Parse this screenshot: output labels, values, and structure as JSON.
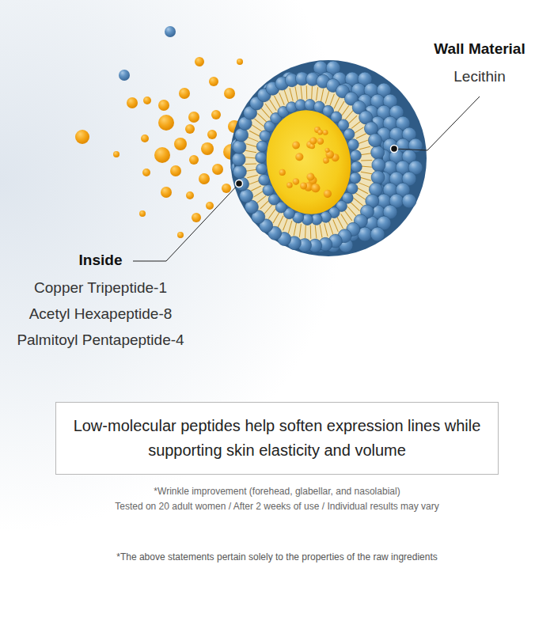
{
  "diagram": {
    "nodes": [
      {
        "text": [
          "Low-molecular peptides help soften expression lines while supporting skin elasticity and volume"
        ]
      }
    ],
    "labels": [
      "Wall Material",
      "Lecithin",
      "Inside",
      "Copper Tripeptide-1",
      "Acetyl Hexapeptide-8",
      "Palmitoyl Pentapeptide-4",
      "*Wrinkle improvement (forehead, glabellar, and nasolabial)",
      "Tested on 20 adult women / After 2 weeks of use / Individual results may vary",
      "*The above statements pertain solely to the properties of the raw ingredients"
    ]
  }
}
